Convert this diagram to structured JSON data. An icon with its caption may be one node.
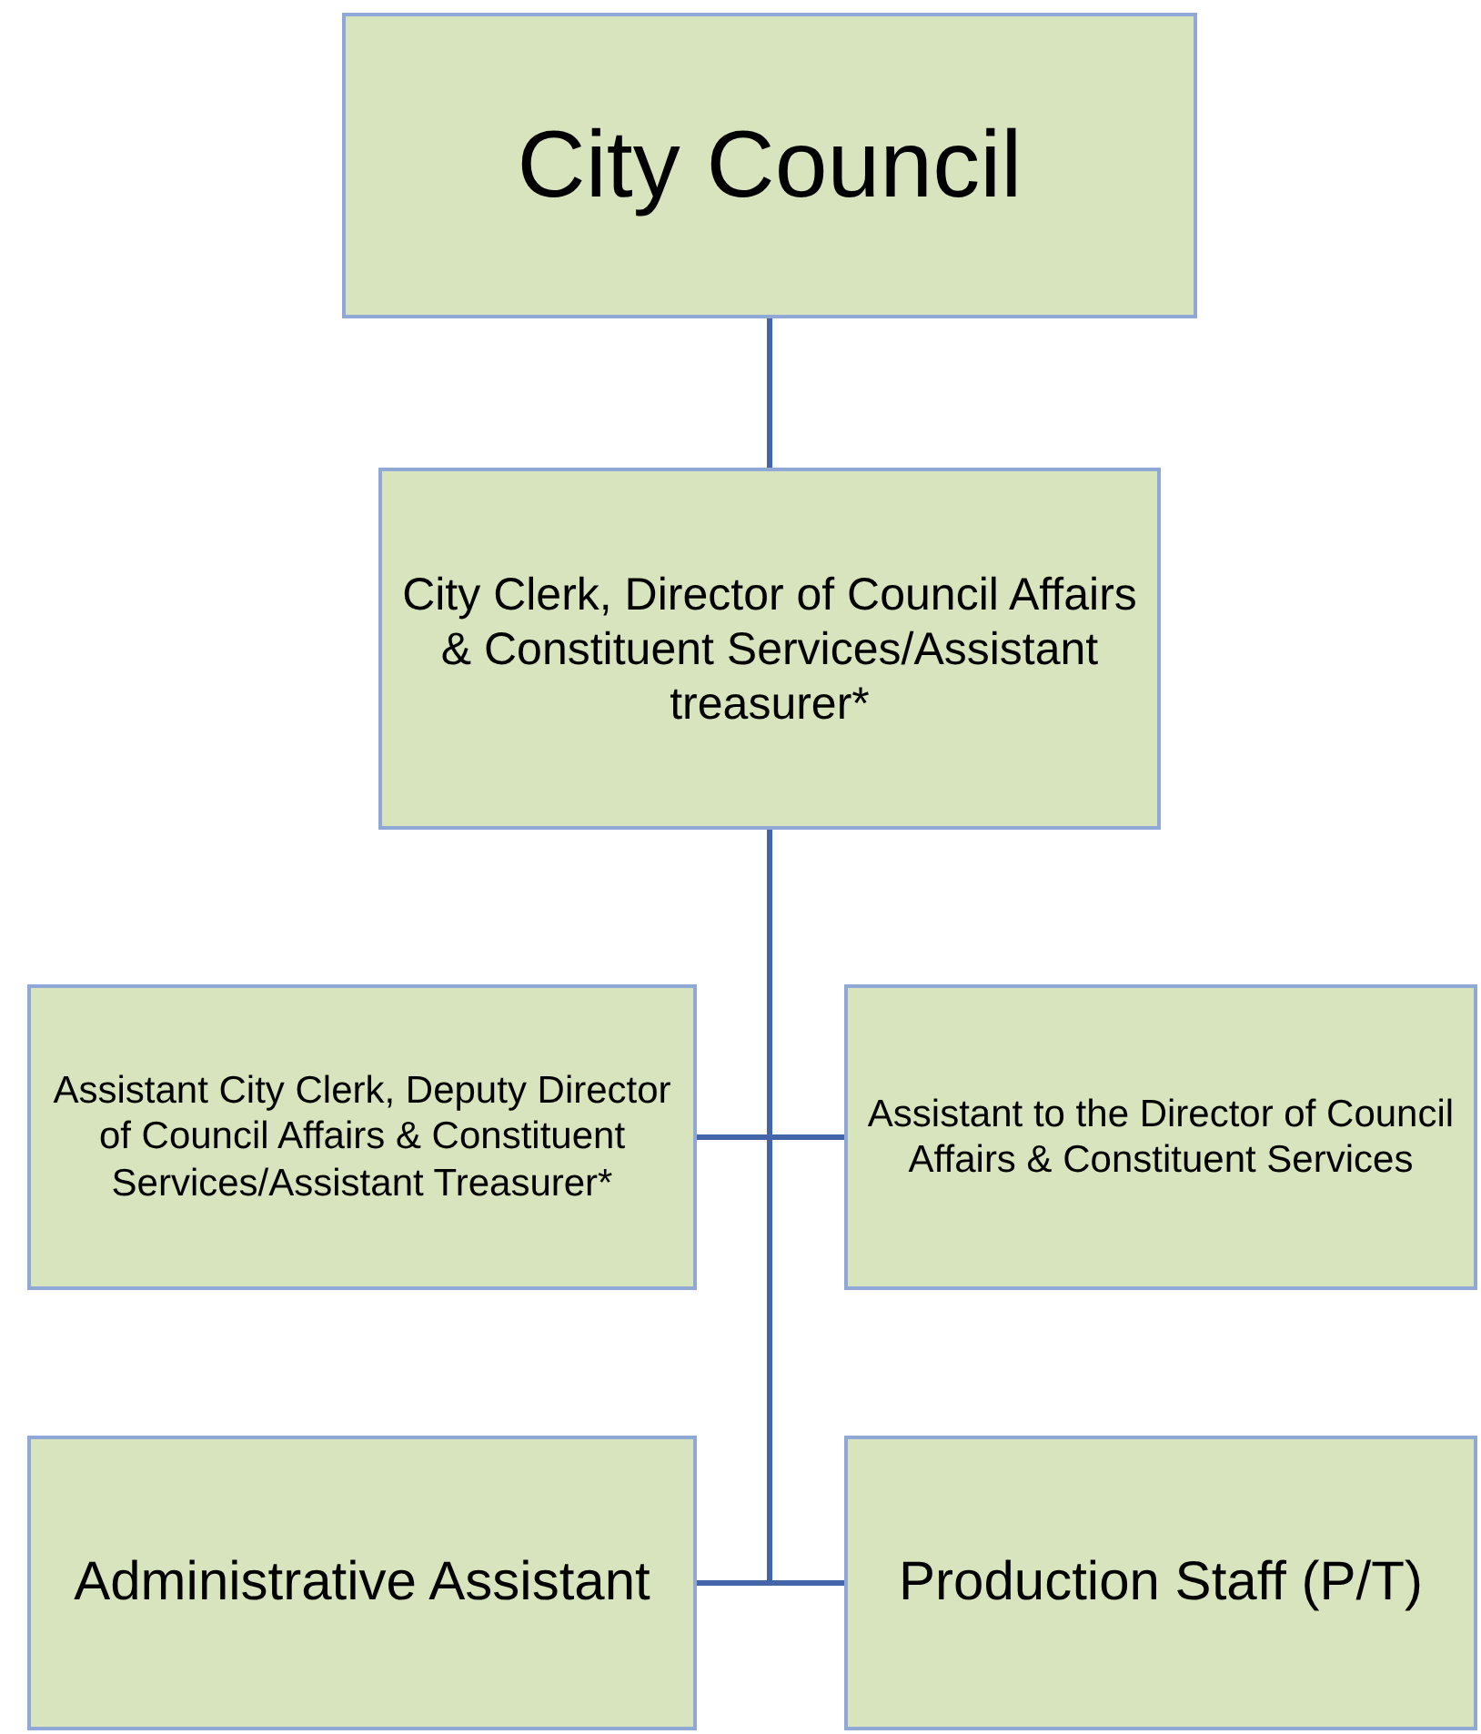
{
  "diagram": {
    "nodes": [
      {
        "text": [
          "City Council"
        ]
      },
      {
        "text": [
          "City Clerk, Director of Council Affairs & Constituent Services/Assistant treasurer*"
        ]
      },
      {
        "text": [
          "Assistant City Clerk, Deputy Director of Council Affairs & Constituent Services/Assistant Treasurer*"
        ]
      },
      {
        "text": [
          "Assistant to the Director of Council Affairs & Constituent Services"
        ]
      },
      {
        "text": [
          "Administrative Assistant"
        ]
      },
      {
        "text": [
          "Production Staff (P/T)"
        ]
      }
    ],
    "edges": [
      {
        "from": 0,
        "to": 1,
        "arrow": "none"
      },
      {
        "from": 1,
        "to": 2,
        "arrow": "none"
      },
      {
        "from": 1,
        "to": 3,
        "arrow": "none"
      },
      {
        "from": 1,
        "to": 4,
        "arrow": "none"
      },
      {
        "from": 1,
        "to": 5,
        "arrow": "none"
      }
    ]
  }
}
